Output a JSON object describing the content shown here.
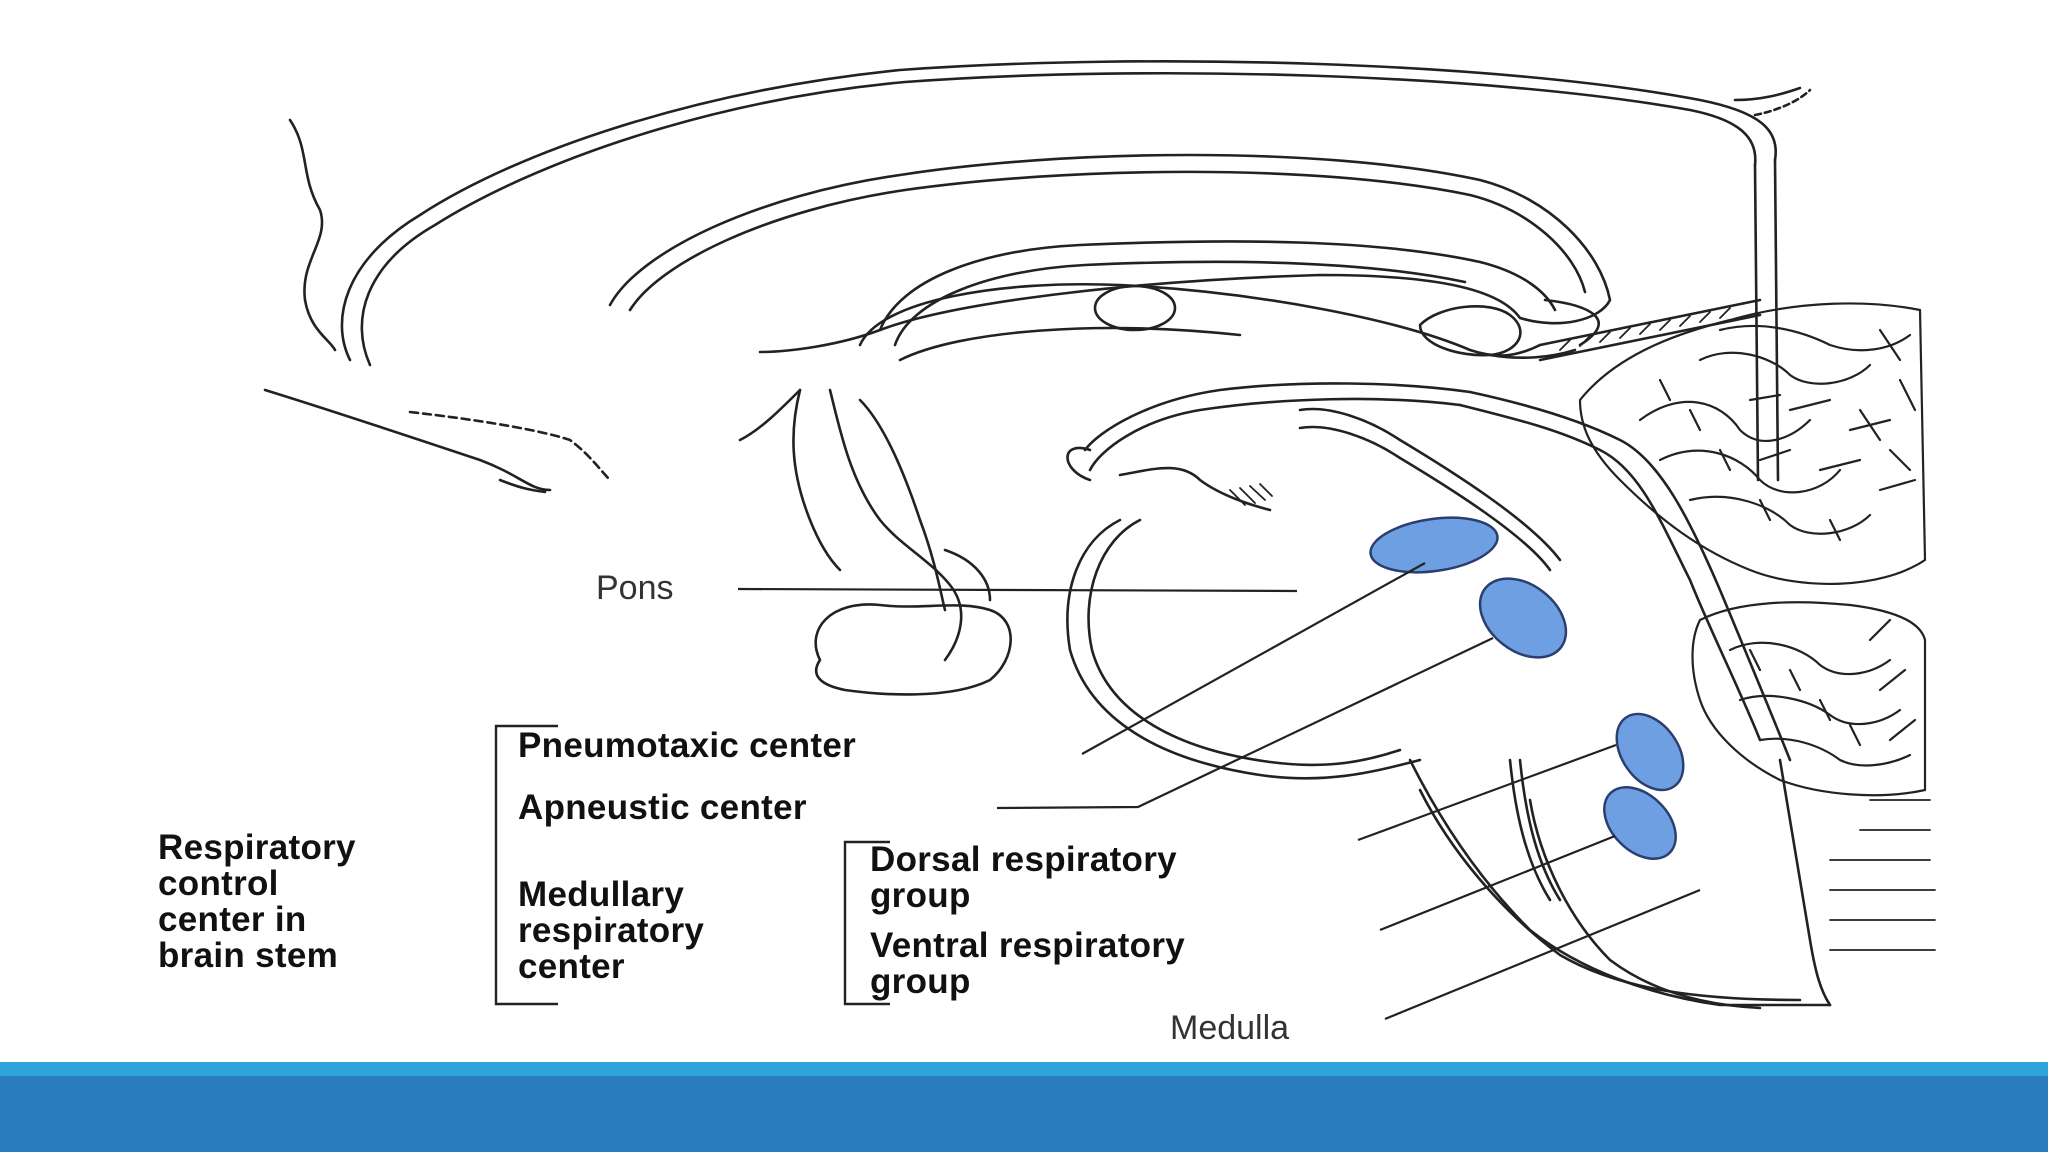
{
  "labels": {
    "pons": "Pons",
    "pneumotaxic": "Pneumotaxic center",
    "apneustic": "Apneustic center",
    "medullary_line1": "Medullary",
    "medullary_line2": "respiratory",
    "medullary_line3": "center",
    "dorsal_line1": "Dorsal respiratory",
    "dorsal_line2": "group",
    "ventral_line1": "Ventral respiratory",
    "ventral_line2": "group",
    "resp_line1": "Respiratory",
    "resp_line2": "control",
    "resp_line3": "center in",
    "resp_line4": "brain stem",
    "medulla": "Medulla"
  },
  "colors": {
    "center_fill": "#6f9fe3",
    "center_stroke": "#2a3f6e",
    "footer_top": "#2fa3dc",
    "footer_band": "#2a7cc0",
    "line": "#222222"
  }
}
